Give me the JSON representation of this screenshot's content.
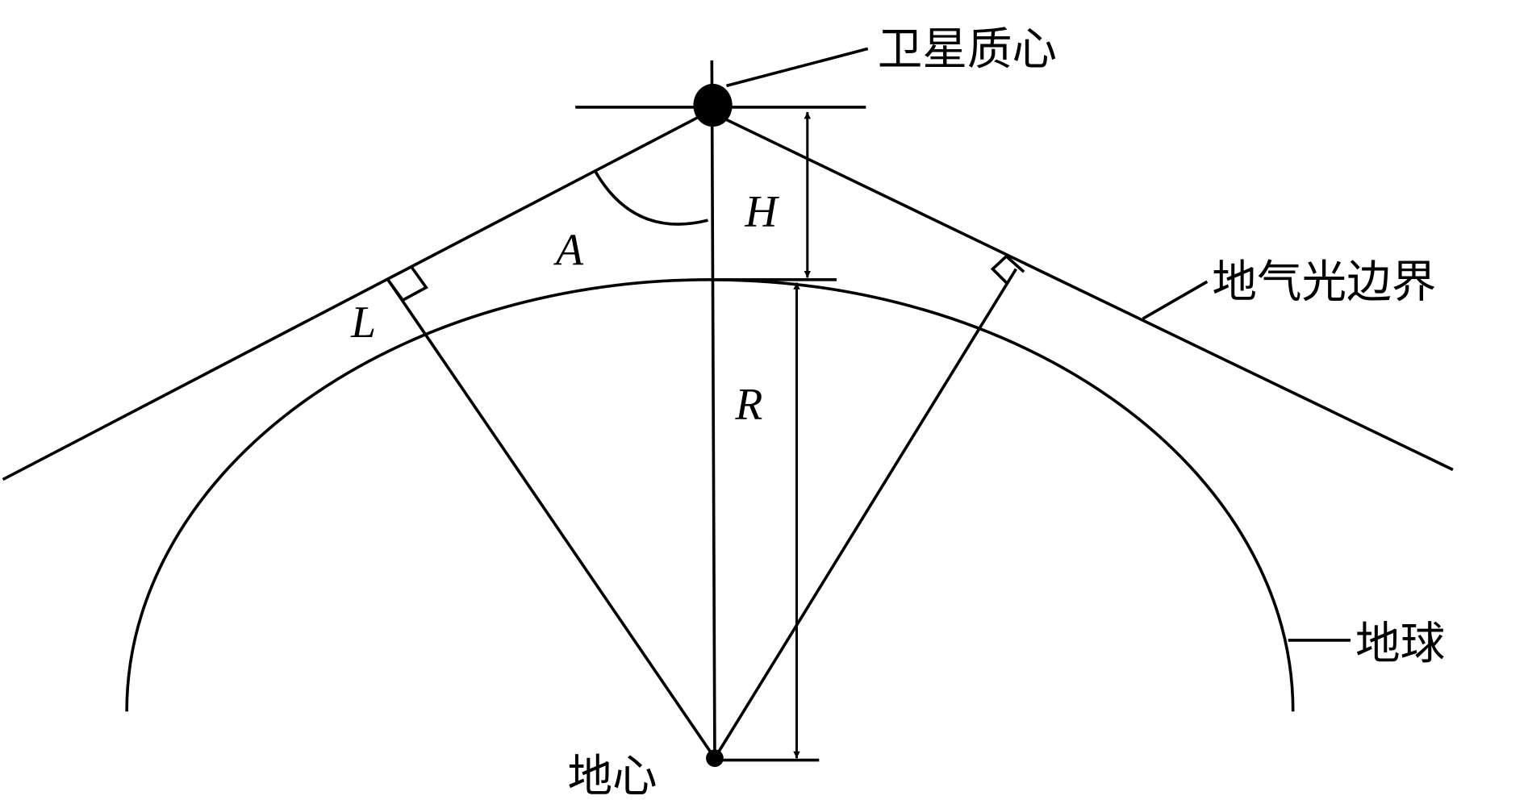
{
  "labels": {
    "satellite_centroid": "卫星质心",
    "airglow_boundary": "地气光边界",
    "earth": "地球",
    "earth_center": "地心"
  },
  "symbols": {
    "height": "H",
    "radius": "R",
    "angle": "A",
    "tangent_length": "L"
  }
}
